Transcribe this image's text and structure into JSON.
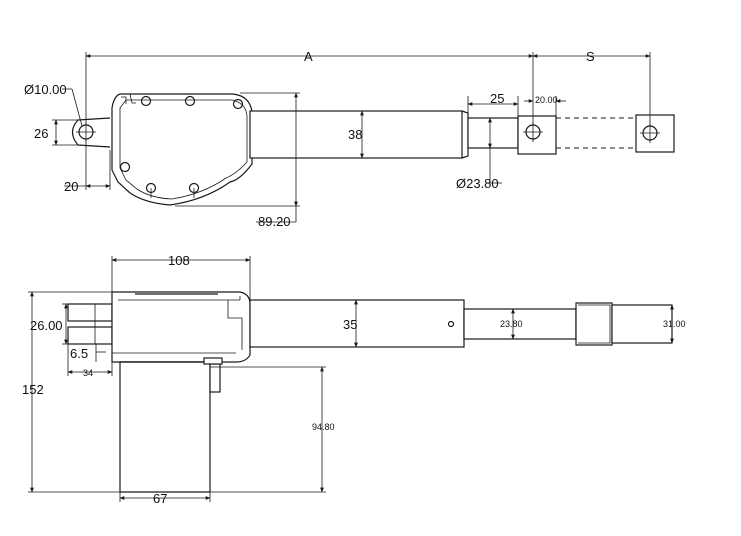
{
  "labels": {
    "stroke_a": "A",
    "stroke_s": "S",
    "hole_dia": "Ø10.00",
    "clevis_h": "26",
    "clevis_offset": "20",
    "body_height": "89.20",
    "tube_outer": "38",
    "rod_ext": "25",
    "rod_clevis": "20.00",
    "rod_dia": "Ø23.80",
    "body_width": "108",
    "mount_h": "26.00",
    "mount_w": "6.5",
    "mount_len": "34",
    "tube_35": "35",
    "rod_23": "23.80",
    "end_31": "31.00",
    "total_h": "152",
    "motor_h": "94.80",
    "motor_w": "67"
  }
}
